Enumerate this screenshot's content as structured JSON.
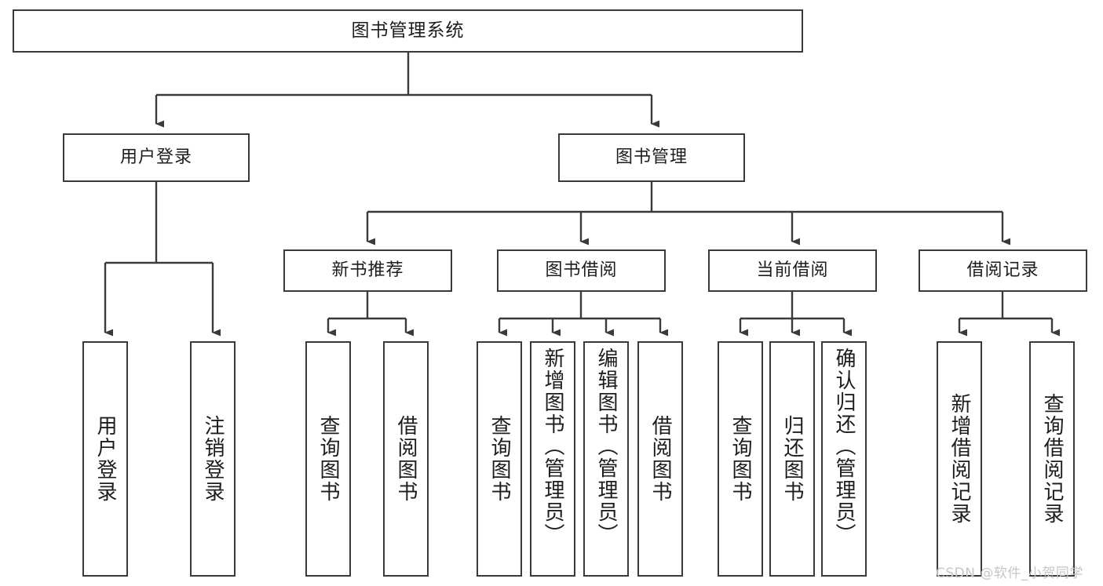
{
  "diagram": {
    "title": "图书管理系统",
    "type": "tree-hierarchy",
    "background_color": "#ffffff",
    "border_color": "#3a3a3a",
    "text_color": "#1d1d1d",
    "root": {
      "label": "图书管理系统"
    },
    "level2": [
      {
        "label": "用户登录"
      },
      {
        "label": "图书管理"
      }
    ],
    "level3": [
      {
        "label": "新书推荐"
      },
      {
        "label": "图书借阅"
      },
      {
        "label": "当前借阅"
      },
      {
        "label": "借阅记录"
      }
    ],
    "leaves": [
      {
        "label": "用户登录",
        "parent": "用户登录"
      },
      {
        "label": "注销登录",
        "parent": "用户登录"
      },
      {
        "label": "查询图书",
        "parent": "新书推荐"
      },
      {
        "label": "借阅图书",
        "parent": "新书推荐"
      },
      {
        "label": "查询图书",
        "parent": "图书借阅"
      },
      {
        "label": "新增图书（管理员）",
        "parent": "图书借阅"
      },
      {
        "label": "编辑图书（管理员）",
        "parent": "图书借阅"
      },
      {
        "label": "借阅图书",
        "parent": "图书借阅"
      },
      {
        "label": "查询图书",
        "parent": "当前借阅"
      },
      {
        "label": "归还图书",
        "parent": "当前借阅"
      },
      {
        "label": "确认归还（管理员）",
        "parent": "当前借阅"
      },
      {
        "label": "新增借阅记录",
        "parent": "借阅记录"
      },
      {
        "label": "查询借阅记录",
        "parent": "借阅记录"
      }
    ]
  },
  "watermark": {
    "text": "CSDN @软件_小贺同学",
    "color": "#c6c6c6"
  }
}
